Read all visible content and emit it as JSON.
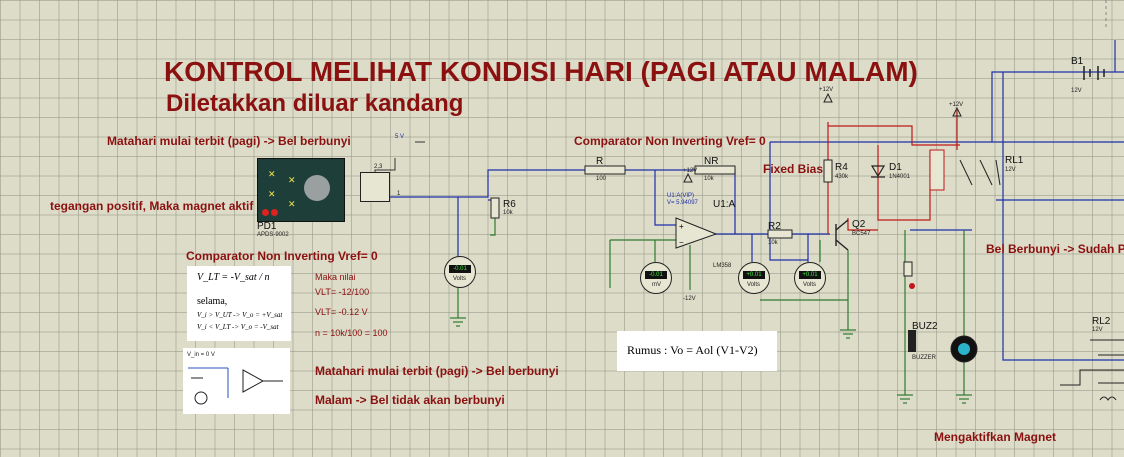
{
  "title_line1": "KONTROL MELIHAT KONDISI HARI (PAGI ATAU MALAM)",
  "title_line2": "Diletakkan diluar kandang",
  "labels": {
    "sunrise_bell_top": "Matahari mulai terbit (pagi) -> Bel berbunyi",
    "positive_voltage": "tegangan positif, Maka magnet aktif",
    "comparator_top": "Comparator Non Inverting Vref= 0",
    "comparator_left": "Comparator Non Inverting Vref= 0",
    "fixed_bias": "Fixed Bias",
    "bell_right": "Bel Berbunyi -> Sudah P",
    "sunrise_bell_bottom": "Matahari mulai terbit (pagi) -> Bel berbunyi",
    "night_bell": "Malam -> Bel tidak akan berbunyi",
    "activate_magnet": "Mengaktifkan Magnet"
  },
  "notes": {
    "line1": "Maka nilai",
    "line2": "VLT= -12/100",
    "line3": "VLT= -0.12 V",
    "line4": "n = 10k/100 = 100"
  },
  "formula": "Rumus : Vo = Aol (V1-V2)",
  "components": {
    "pd1": {
      "name": "PD1",
      "part": "APDS-9002",
      "pin_a": "2,3",
      "pin_b": "1"
    },
    "source_5v": "5 V",
    "r": {
      "name": "R",
      "value": "100"
    },
    "nr": {
      "name": "NR",
      "value": "10k"
    },
    "r6": {
      "name": "R6",
      "value": "10k"
    },
    "u1": {
      "name": "U1:A",
      "part": "LM358",
      "offset": "U1:A(VIP)",
      "offset_v": "V= 5.94097"
    },
    "r2": {
      "name": "R2",
      "value": "10k"
    },
    "r4": {
      "name": "R4",
      "value": "430k"
    },
    "q2": {
      "name": "Q2",
      "part": "BC547"
    },
    "d1": {
      "name": "D1",
      "part": "1N4001"
    },
    "rl1": {
      "name": "RL1",
      "value": "12V"
    },
    "rl2": {
      "name": "RL2",
      "value": "12V"
    },
    "b1": {
      "name": "B1",
      "value": "12V"
    },
    "buz2": {
      "name": "BUZ2",
      "part": "BUZZER"
    },
    "plus12": "+12V",
    "minus12": "-12V"
  },
  "meters": [
    {
      "name": "m1",
      "display": "-0.01",
      "unit": "Volts"
    },
    {
      "name": "m2",
      "display": "-0.01",
      "unit": "mV"
    },
    {
      "name": "m3",
      "display": "+0.01",
      "unit": "Volts"
    },
    {
      "name": "m4",
      "display": "+0.01",
      "unit": "Volts"
    }
  ],
  "formula_box": {
    "eq1": "V_LT = -V_sat / n",
    "eq2": "selama,",
    "eq3": "V_i > V_UT -> V_o = +V_sat",
    "eq4": "V_i < V_LT -> V_o = -V_sat"
  },
  "thumb_label": "V_in = 0 V"
}
